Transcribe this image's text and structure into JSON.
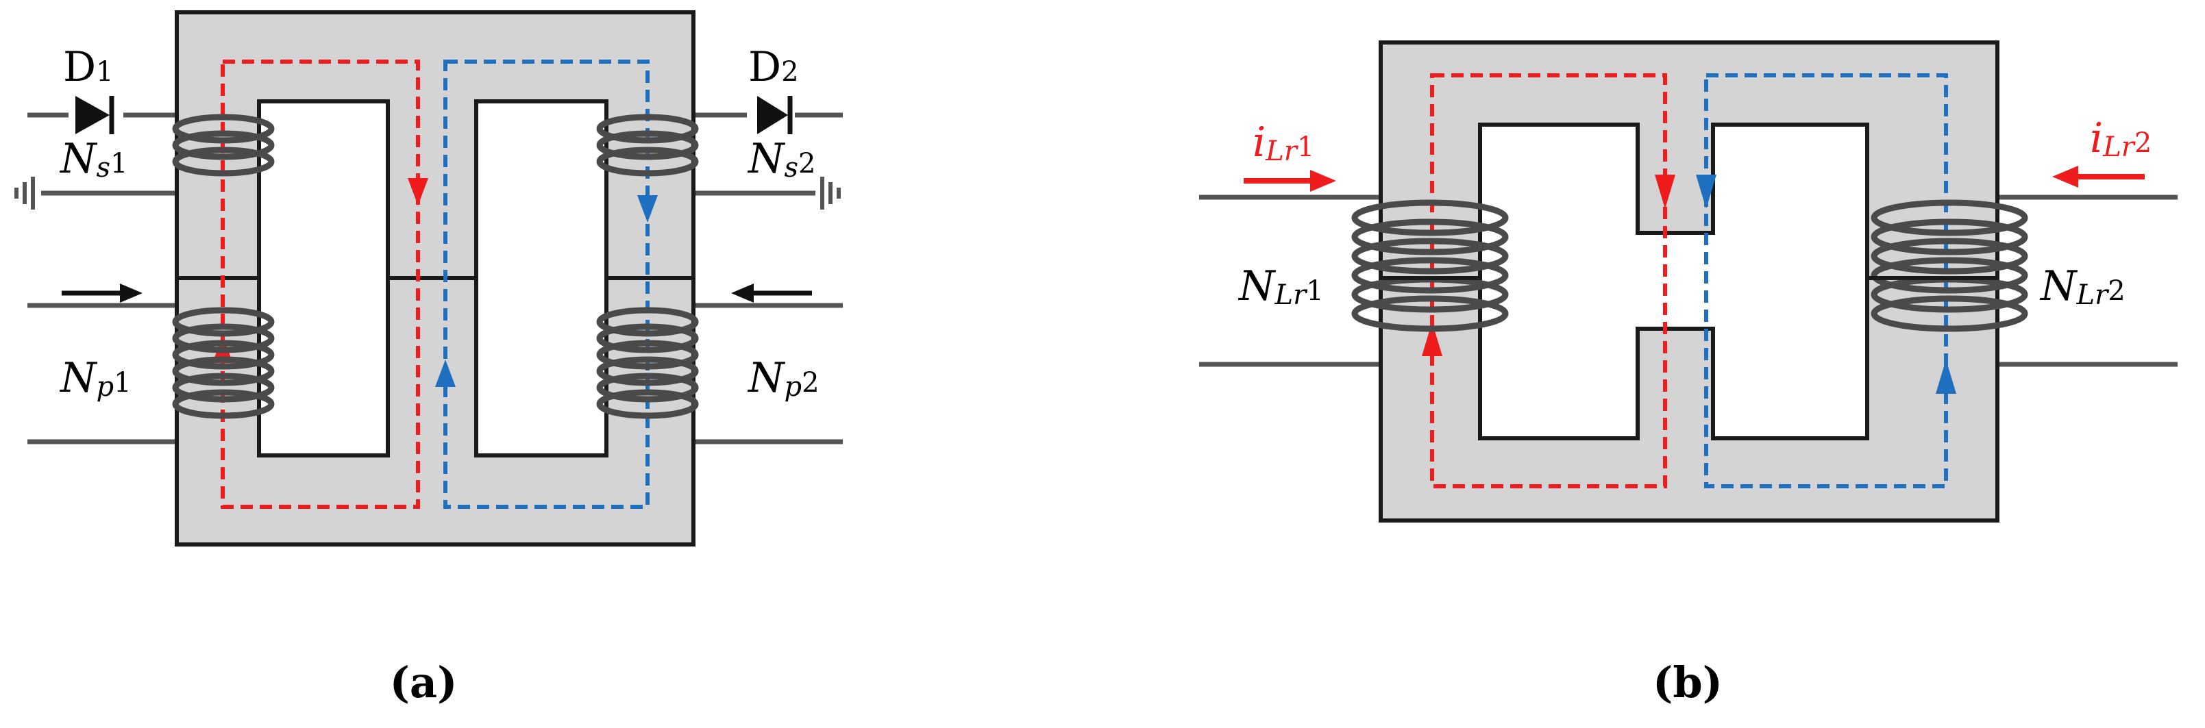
{
  "colors": {
    "core_fill": "#d4d4d4",
    "outline": "#1a1a1a",
    "winding": "#4a4a4a",
    "wire": "#555555",
    "flux_red": "#ee1c1c",
    "flux_blue": "#1f6fc0",
    "current_red": "#ee1c1c",
    "current_black": "#111111"
  },
  "panel_a": {
    "caption": "(a)",
    "diode1": {
      "main": "D",
      "sub": "1"
    },
    "diode2": {
      "main": "D",
      "sub": "2"
    },
    "ns1": {
      "main": "N",
      "sub": "s",
      "num": "1"
    },
    "ns2": {
      "main": "N",
      "sub": "s",
      "num": "2"
    },
    "np1": {
      "main": "N",
      "sub": "p",
      "num": "1"
    },
    "np2": {
      "main": "N",
      "sub": "p",
      "num": "2"
    }
  },
  "panel_b": {
    "caption": "(b)",
    "ilr1": {
      "main": "i",
      "sub": "Lr",
      "num": "1"
    },
    "ilr2": {
      "main": "i",
      "sub": "Lr",
      "num": "2"
    },
    "nlr1": {
      "main": "N",
      "sub": "Lr",
      "num": "1"
    },
    "nlr2": {
      "main": "N",
      "sub": "Lr",
      "num": "2"
    }
  }
}
